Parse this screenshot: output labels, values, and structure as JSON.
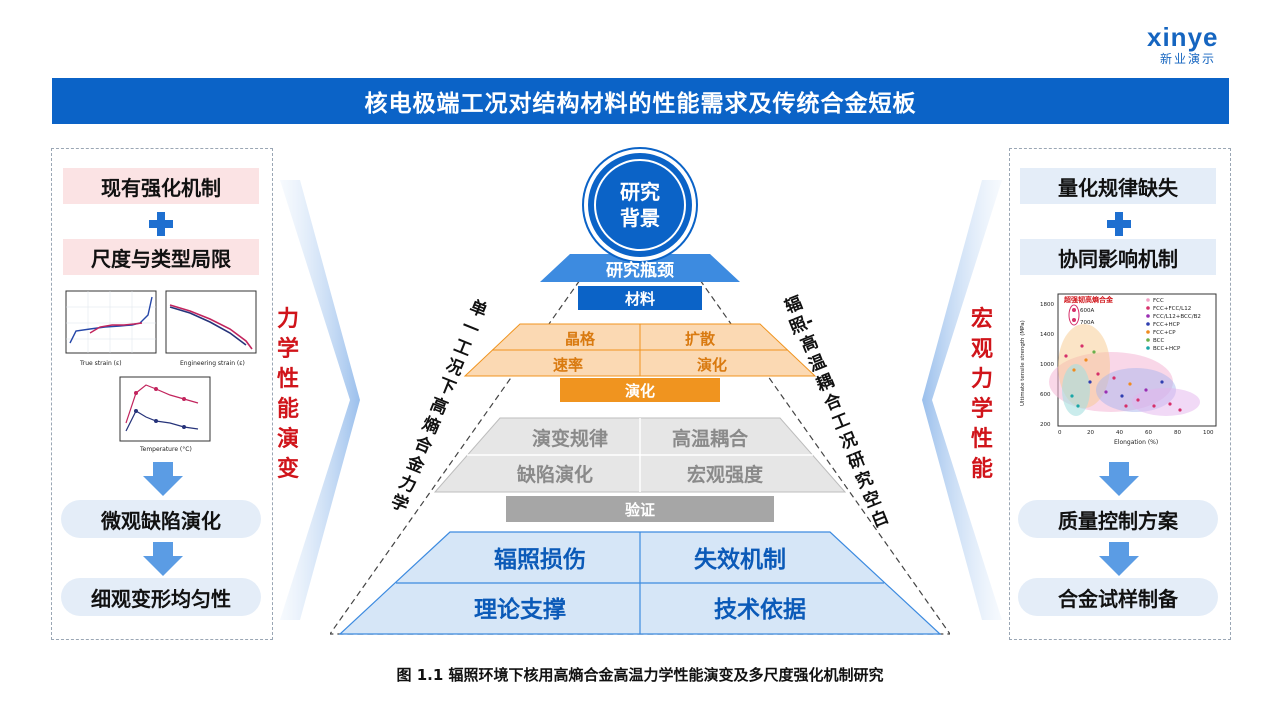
{
  "logo": {
    "brand": "xinye",
    "sub": "新业演示"
  },
  "banner_title": "核电极端工况对结构材料的性能需求及传统合金短板",
  "left_panel": {
    "box1": "现有强化机制",
    "box2": "尺度与类型局限",
    "pill1": "微观缺陷演化",
    "pill2": "细观变形均匀性"
  },
  "left_vertical": "力学性能演变",
  "right_panel": {
    "box1": "量化规律缺失",
    "box2": "协同影响机制",
    "pill1": "质量控制方案",
    "pill2": "合金试样制备"
  },
  "right_vertical": "宏观力学性能",
  "center": {
    "circle_line1": "研究",
    "circle_line2": "背景",
    "tier1_title": "研究瓶颈",
    "tier1_bar": "材料",
    "tier2_cells": [
      "晶格",
      "扩散",
      "速率",
      "演化"
    ],
    "tier2_bar": "演化",
    "tier3_cells": [
      "演变规律",
      "高温耦合",
      "缺陷演化",
      "宏观强度"
    ],
    "tier3_bar": "验证",
    "tier4_cells": [
      "辐照损伤",
      "失效机制",
      "理论支撑",
      "技术依据"
    ],
    "left_slant": "单一工况下高熵合金力学",
    "right_slant": "辐照-高温耦合工况研究空白"
  },
  "figure_right": {
    "legend_title": "超强韧高熵合金",
    "legend_items": [
      "FCC",
      "FCC+FCC/L12",
      "FCC/L12+BCC/B2",
      "FCC+HCP",
      "FCC+CP",
      "BCC",
      "BCC+HCP"
    ],
    "annot1": "600A",
    "annot2": "700A",
    "xlabel": "Elongation (%)",
    "ylabel": "Ultimate tensile strength (MPa)",
    "x_ticks": [
      "0",
      "20",
      "40",
      "60",
      "80",
      "100"
    ],
    "y_ticks": [
      "200",
      "600",
      "1000",
      "1400",
      "1800"
    ]
  },
  "figure_left": {
    "xlabel_a": "True strain (ε)",
    "xlabel_b": "Engineering strain (ε)",
    "xlabel_c": "Temperature (°C)"
  },
  "caption": "图 1.1 辐照环境下核用高熵合金高温力学性能演变及多尺度强化机制研究",
  "colors": {
    "primary": "#0b63c7",
    "accent_red": "#d0141a",
    "orange": "#f0941f",
    "gray": "#a6a6a6"
  }
}
